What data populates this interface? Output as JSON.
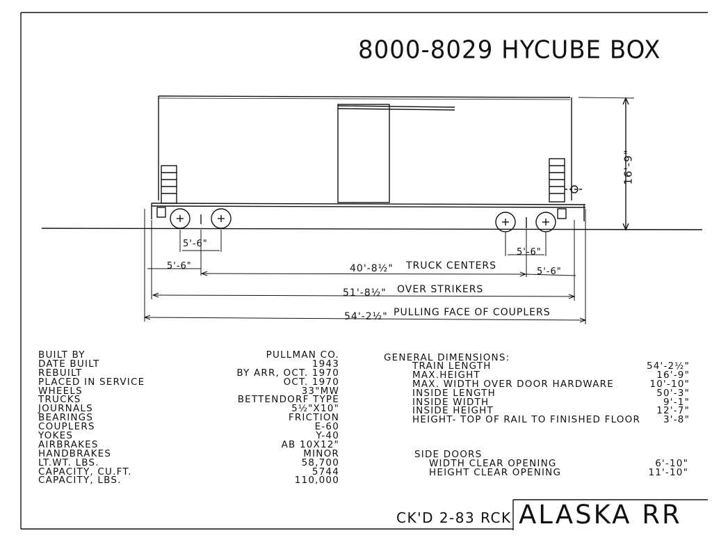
{
  "title": "8000-8029 HYCUBE BOX",
  "dimensions": {
    "height": "16'-9\"",
    "truck_spacing_left": "5'-6\"",
    "truck_spacing_right": "5'-6\"",
    "end_to_truck_left": "5'-6\"",
    "end_to_truck_right": "5'-6\"",
    "truck_centers_value": "40'-8½\"",
    "truck_centers_label": "TRUCK CENTERS",
    "over_strikers_value": "51'-8½\"",
    "over_strikers_label": "OVER STRIKERS",
    "couplers_value": "54'-2½\"",
    "couplers_label": "PULLING FACE OF COUPLERS"
  },
  "specs": {
    "labels": [
      "BUILT BY",
      "DATE BUILT",
      "REBUILT",
      "PLACED IN SERVICE",
      "WHEELS",
      "TRUCKS",
      "JOURNALS",
      "BEARINGS",
      "COUPLERS",
      "YOKES",
      "AIRBRAKES",
      "HANDBRAKES",
      "LT.WT. LBS.",
      "CAPACITY, CU.FT.",
      "CAPACITY, LBS."
    ],
    "values": [
      "PULLMAN CO.",
      "1943",
      "BY ARR, OCT. 1970",
      "OCT. 1970",
      "33\"MW",
      "BETTENDORF TYPE",
      "5½\"X10\"",
      "FRICTION",
      "E-60",
      "Y-40",
      "AB 10X12\"",
      "MINOR",
      "58,700",
      "5744",
      "110,000"
    ]
  },
  "general": {
    "heading": "GENERAL DIMENSIONS:",
    "labels": [
      "TRAIN LENGTH",
      "MAX.HEIGHT",
      "MAX. WIDTH OVER DOOR HARDWARE",
      "INSIDE LENGTH",
      "INSIDE WIDTH",
      "INSIDE HEIGHT",
      "HEIGHT- TOP OF RAIL TO FINISHED FLOOR"
    ],
    "values": [
      "54'-2½\"",
      "16'-9\"",
      "10'-10\"",
      "50'-3\"",
      "9'-1\"",
      "12'-7\"",
      "3'-8\""
    ]
  },
  "side_doors": {
    "heading": "SIDE DOORS",
    "labels": [
      "WIDTH CLEAR OPENING",
      "HEIGHT CLEAR OPENING"
    ],
    "values": [
      "6'-10\"",
      "11'-10\""
    ]
  },
  "checked": "CK'D 2-83 RCK",
  "railroad": "ALASKA RR"
}
